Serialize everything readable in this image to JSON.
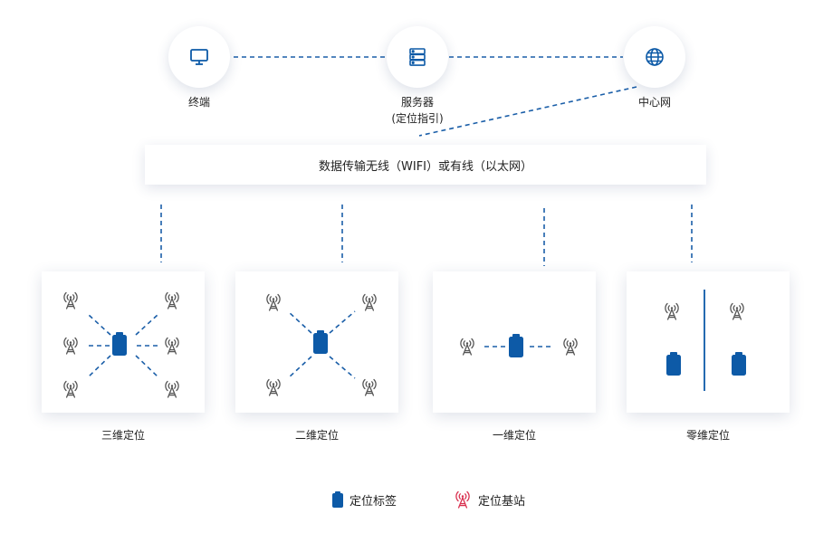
{
  "top_nodes": [
    {
      "id": "terminal",
      "label": "终端",
      "sub": "",
      "icon": "monitor-icon"
    },
    {
      "id": "server",
      "label": "服务器",
      "sub": "(定位指引)",
      "icon": "server-icon"
    },
    {
      "id": "network",
      "label": "中心网",
      "sub": "",
      "icon": "globe-icon"
    }
  ],
  "transport_bar": {
    "label": "数据传输无线（WIFI）或有线（以太网）"
  },
  "panels": [
    {
      "id": "three-d",
      "label": "三维定位",
      "stations": 6,
      "tags": 1
    },
    {
      "id": "two-d",
      "label": "二维定位",
      "stations": 4,
      "tags": 1
    },
    {
      "id": "one-d",
      "label": "一维定位",
      "stations": 2,
      "tags": 1
    },
    {
      "id": "zero-d",
      "label": "零维定位",
      "stations": 2,
      "tags": 2
    }
  ],
  "legend": [
    {
      "id": "tag",
      "label": "定位标签",
      "icon": "tag-icon"
    },
    {
      "id": "station",
      "label": "定位基站",
      "icon": "antenna-icon"
    }
  ],
  "colors": {
    "primary": "#0d5aa7",
    "line": "#1a5ea8",
    "station": "#555555",
    "station_legend": "#d9304f",
    "text": "#222222"
  }
}
